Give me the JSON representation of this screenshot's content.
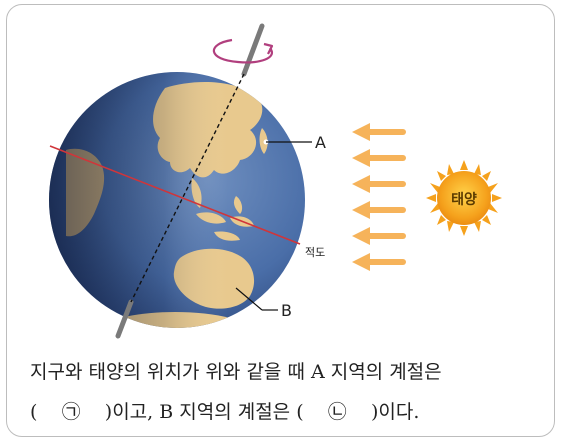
{
  "diagram": {
    "label_a": "A",
    "label_b": "B",
    "equator_label": "적도",
    "sun_label": "태양",
    "sun_color": "#f5a11c",
    "arrow_color": "#f6b35a",
    "rotation_arrow_color": "#b13f7e",
    "equator_color": "#d0353a"
  },
  "question": {
    "line1": "지구와 태양의 위치가 위와 같을 때 A 지역의 계절은",
    "line2_open": "(",
    "blank1": "㉠",
    "line2_mid": ")이고, B 지역의 계절은 (",
    "blank2": "㉡",
    "line2_end": ")이다."
  }
}
